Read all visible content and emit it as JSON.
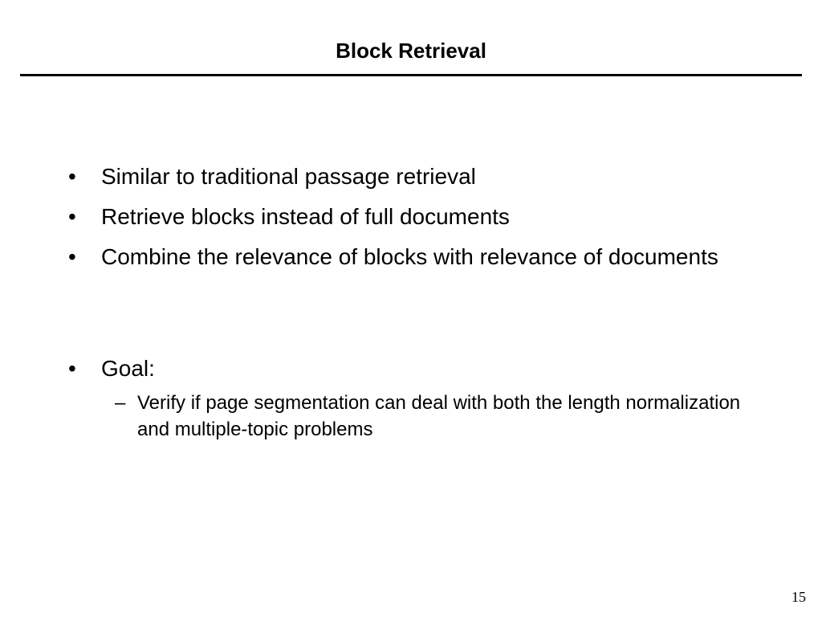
{
  "slide": {
    "title": "Block Retrieval",
    "page_number": "15",
    "bullets": [
      {
        "marker": "•",
        "text": "Similar to traditional passage retrieval"
      },
      {
        "marker": "•",
        "text": "Retrieve blocks instead of full documents"
      },
      {
        "marker": "•",
        "text": "Combine the relevance of blocks with relevance of documents"
      },
      {
        "marker": "•",
        "text": "Goal:"
      }
    ],
    "sub_bullets": [
      {
        "marker": "–",
        "text": "Verify if page segmentation can deal with both the length normalization and multiple-topic problems"
      }
    ]
  }
}
